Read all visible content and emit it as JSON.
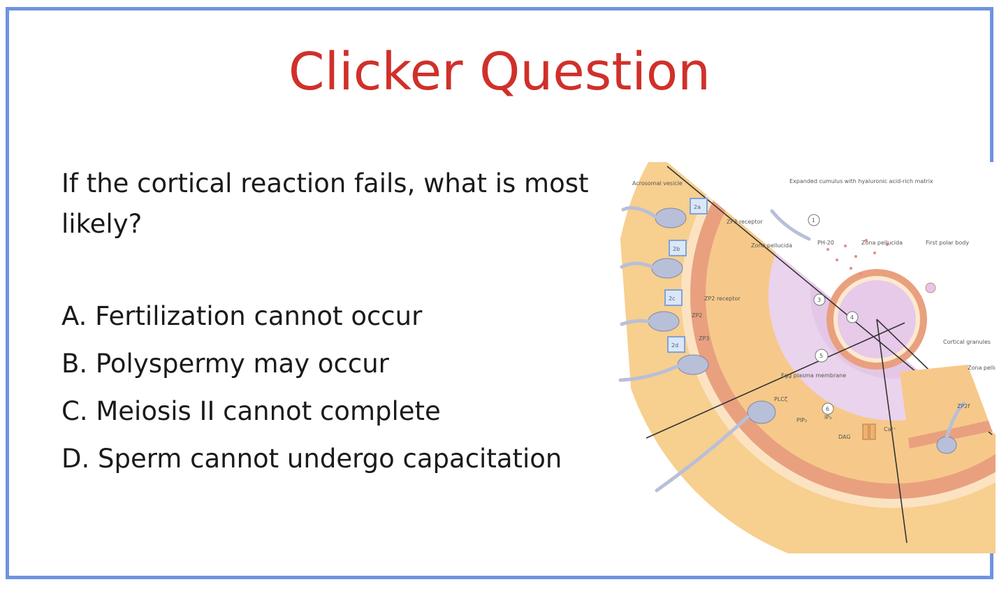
{
  "slide": {
    "title": "Clicker Question",
    "question": "If the cortical reaction fails, what is most likely?",
    "options": [
      "A. Fertilization cannot occur",
      "B. Polyspermy may occur",
      "C. Meiosis II cannot complete",
      "D. Sperm cannot undergo capacitation"
    ]
  },
  "diagram": {
    "labels": {
      "acrosomal_vesicle": "Acrosomal vesicle",
      "expanded_cumulus": "Expanded cumulus with hyaluronic acid-rich matrix",
      "ph20": "PH-20",
      "zona_pellucida_top": "Zona pellucida",
      "first_polar_body": "First polar body",
      "zp3_receptor": "ZP3 receptor",
      "zona_pellucida_mid": "Zona pellucida",
      "zp2_receptor": "ZP2 receptor",
      "zp2": "ZP2",
      "zp3": "ZP3",
      "cortical_granules": "Cortical granules",
      "zona_pellucida_right": "Zona pellucida",
      "egg_plasma_membrane": "Egg plasma membrane",
      "plc": "PLCζ",
      "pip2": "PIP₂",
      "ip3": "IP₃",
      "dag": "DAG",
      "ca": "Ca²⁺",
      "zp2f": "ZP2f"
    },
    "step_tags": [
      "2a",
      "2b",
      "2c",
      "2d"
    ],
    "step_numbers": [
      "1",
      "3",
      "4",
      "5",
      "6"
    ],
    "colors": {
      "zona": "#e9a07f",
      "cytoplasm": "#ead3ec",
      "sperm": "#b8bfd8",
      "tag_box": "#7fa3d8",
      "outer_band": "#f7cf8f"
    }
  }
}
